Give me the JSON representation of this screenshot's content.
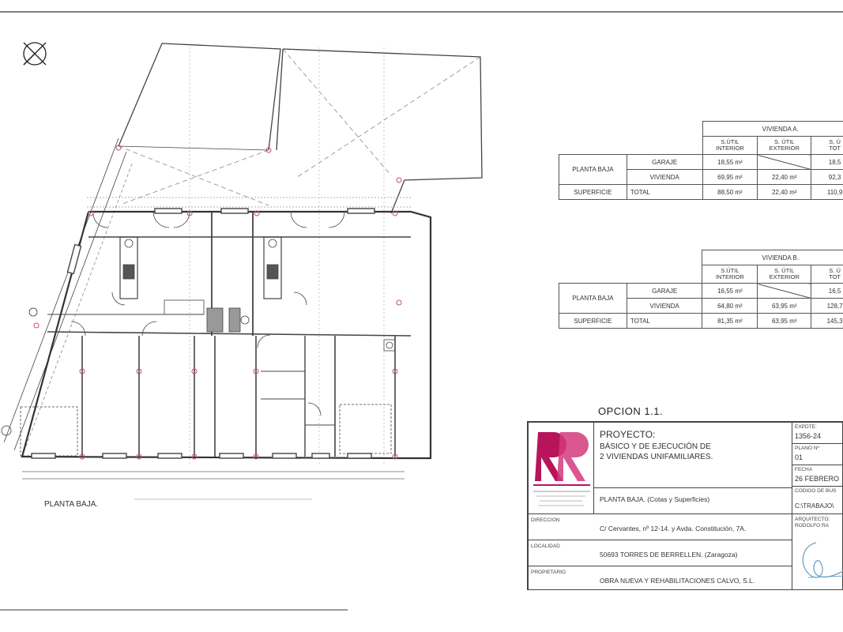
{
  "plan": {
    "caption": "PLANTA BAJA.",
    "option_title": "OPCION 1.1."
  },
  "table_a": {
    "title": "VIVIENDA A.",
    "headers": [
      "S.ÚTIL\nINTERIOR",
      "S. ÚTIL\nEXTERIOR",
      "S. Ú\nTOT"
    ],
    "group_label": "PLANTA BAJA",
    "rows": [
      {
        "label": "GARAJE",
        "interior": "18,55 m²",
        "exterior": "",
        "total": "18,5"
      },
      {
        "label": "VIVIENDA",
        "interior": "69,95 m²",
        "exterior": "22,40 m²",
        "total": "92,3"
      }
    ],
    "summary": {
      "label": "SUPERFICIE",
      "sub": "TOTAL",
      "interior": "88,50 m²",
      "exterior": "22,40 m²",
      "total": "110,9"
    }
  },
  "table_b": {
    "title": "VIVIENDA B.",
    "headers": [
      "S.ÚTIL\nINTERIOR",
      "S. ÚTIL\nEXTERIOR",
      "S. Ú\nTOT"
    ],
    "group_label": "PLANTA BAJA",
    "rows": [
      {
        "label": "GARAJE",
        "interior": "16,55 m²",
        "exterior": "",
        "total": "16,5"
      },
      {
        "label": "VIVIENDA",
        "interior": "64,80 m²",
        "exterior": "63,95 m²",
        "total": "128,7"
      }
    ],
    "summary": {
      "label": "SUPERFICIE",
      "sub": "TOTAL",
      "interior": "81,35 m²",
      "exterior": "63,95 m²",
      "total": "145,3"
    }
  },
  "title_block": {
    "project_label": "PROYECTO:",
    "project_line1": "BÁSICO Y DE EJECUCIÓN DE",
    "project_line2": "2 VIVIENDAS UNIFAMILIARES.",
    "plan_desc": "PLANTA BAJA. (Cotas y Superficies)",
    "direccion_label": "DIRECCION",
    "direccion": "C/ Cervantes, nº 12-14. y Avda. Constitución, 7A.",
    "localidad_label": "LOCALIDAD",
    "localidad": "50693 TORRES DE BERRELLEN. (Zaragoza)",
    "propietario_label": "PROPIETARIO",
    "propietario": "OBRA NUEVA Y REHABILITACIONES CALVO, S.L.",
    "expte_label": "EXPDTE:",
    "expte": "1356-24",
    "plano_label": "PLANO Nº",
    "plano": "01",
    "fecha_label": "FECHA",
    "fecha": "26 FEBRERO",
    "codigo_label": "CODIGO DE BUS",
    "codigo": "C:\\TRABAJO\\",
    "arquitecto_label": "ARQUITECTO:",
    "arquitecto": "RODOLFO RA",
    "brand_color": "#b8145a"
  }
}
